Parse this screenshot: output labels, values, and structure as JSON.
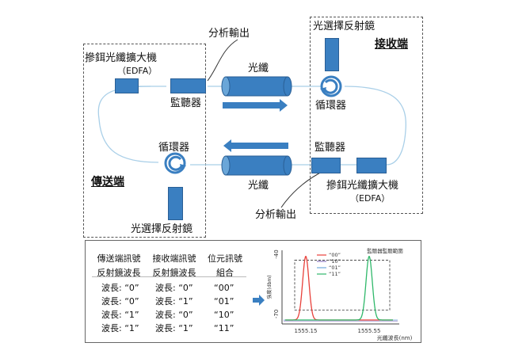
{
  "diagram": {
    "sender_label": "傳送端",
    "receiver_label": "接收端",
    "edfa_top_label": "摻鉺光纖擴大機",
    "edfa_top_sub": "（EDFA）",
    "edfa_bottom_label": "摻鉺光纖擴大機",
    "edfa_bottom_sub": "（EDFA）",
    "monitor_top_label": "監聽器",
    "monitor_bottom_label": "監聽器",
    "tap_top_label": "分析輸出",
    "tap_bottom_label": "分析輸出",
    "fiber_top_label": "光纖",
    "fiber_bottom_label": "光纖",
    "circulator_right_label": "循環器",
    "circulator_left_label": "循環器",
    "reflector_top_label": "光選擇反射鏡",
    "reflector_bottom_label": "光選擇反射鏡"
  },
  "table": {
    "headers": [
      [
        "傳送端訊號",
        "反射鏡波長"
      ],
      [
        "接收端訊號",
        "反射鏡波長"
      ],
      [
        "位元訊號",
        "組合"
      ]
    ],
    "rows": [
      [
        "波長: “0”",
        "波長: “0”",
        "“00”"
      ],
      [
        "波長: “0”",
        "波長: “1”",
        "“01”"
      ],
      [
        "波長: “1”",
        "波長: “0”",
        "“10”"
      ],
      [
        "波長: “1”",
        "波長: “1”",
        "“11”"
      ]
    ]
  },
  "colors": {
    "block_blue": "#3a7fc1",
    "curve_red": "#e8403a",
    "curve_green": "#2fb86a"
  },
  "chart_data": {
    "type": "line",
    "title": "",
    "xlabel": "光纖波長(nm)",
    "ylabel": "強度(dbm)",
    "xlim": [
      1555.0,
      1555.7
    ],
    "ylim": [
      -75,
      -38
    ],
    "xticks": [
      1555.15,
      1555.55
    ],
    "yticks": [
      -40,
      -70
    ],
    "legend": [
      "“00”",
      "“10”",
      "“01”",
      "“11”"
    ],
    "legend_position": "top-left",
    "annotation": "監聽器監聽範圍",
    "series": [
      {
        "name": "“00”",
        "color": "#e8403a",
        "peak_x": 1555.15,
        "peak_y": -41
      },
      {
        "name": "“11”",
        "color": "#2fb86a",
        "peak_x": 1555.55,
        "peak_y": -41
      }
    ]
  }
}
